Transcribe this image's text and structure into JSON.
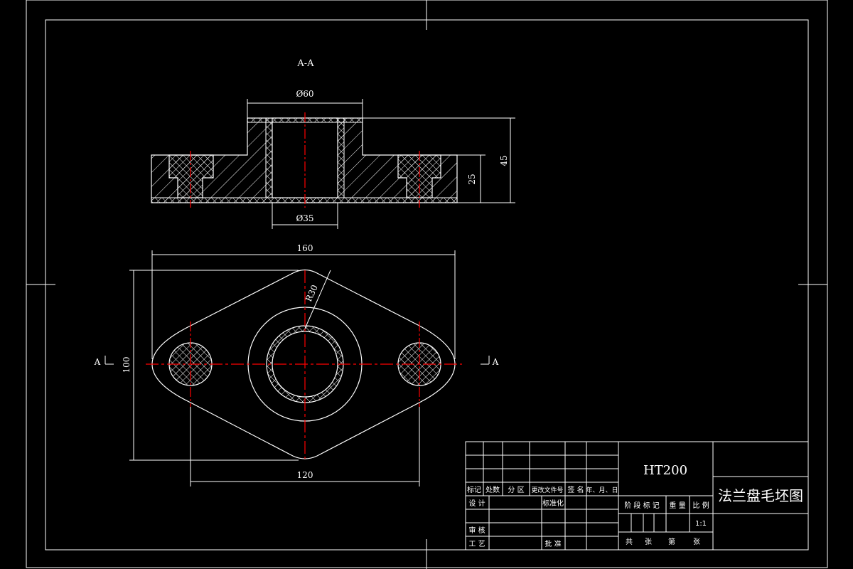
{
  "section_label": "A-A",
  "dims": {
    "d60": "Ø60",
    "d35": "Ø35",
    "h45": "45",
    "h25": "25",
    "w160": "160",
    "h100": "100",
    "w120": "120",
    "r30": "R30"
  },
  "cut_marks": {
    "left": "A",
    "right": "A"
  },
  "title_block": {
    "material": "HT200",
    "drawing_title": "法兰盘毛坯图",
    "scale": "1:1",
    "rev_headers": [
      "标记",
      "处数",
      "分 区",
      "更改文件号",
      "签 名",
      "年、月、日"
    ],
    "design": "设 计",
    "standardization": "标准化",
    "review": "审 核",
    "process": "工 艺",
    "approve": "批 准",
    "stage_mark": "阶 段 标 记",
    "weight": "重 量",
    "ratio": "比 例",
    "sheets_total": "共",
    "sheets_word": "张",
    "sheet_no": "第",
    "sheet_word": "张"
  },
  "colors": {
    "background": "#000000",
    "line": "#ffffff",
    "centerline": "#ff0000"
  }
}
